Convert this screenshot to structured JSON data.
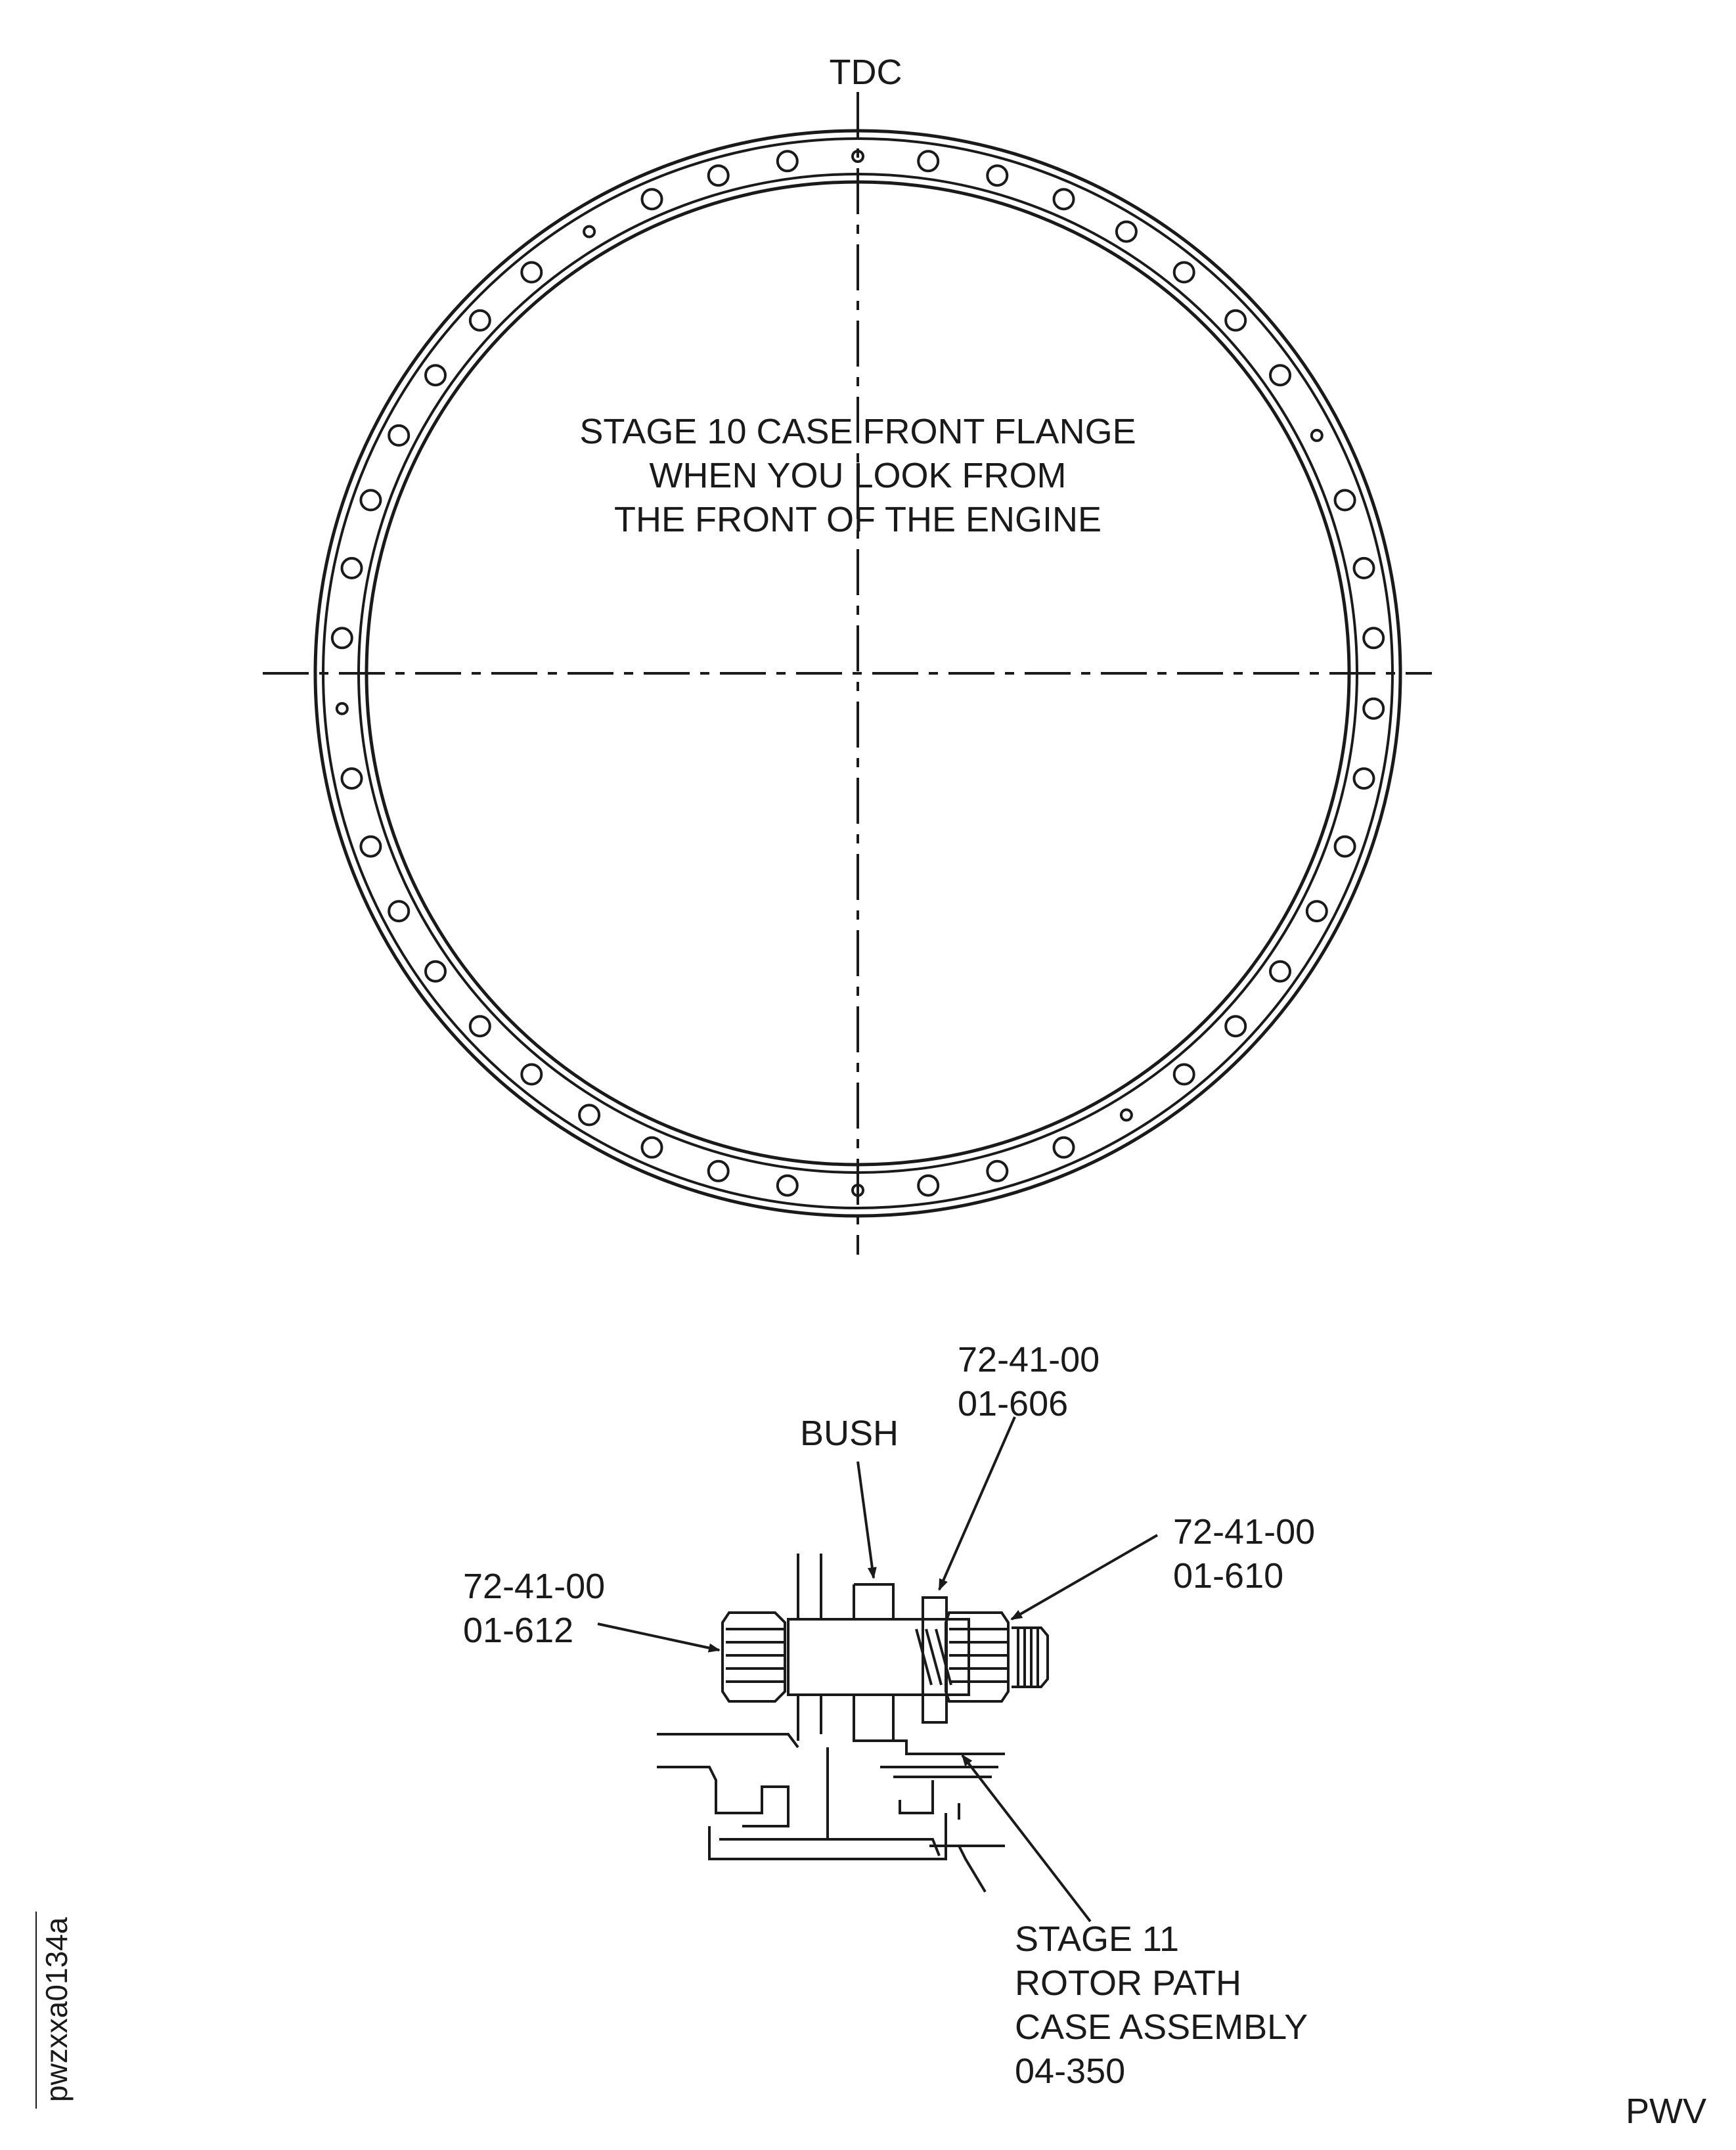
{
  "flange_view": {
    "tdc_label": "TDC",
    "caption": [
      "STAGE 10 CASE FRONT FLANGE",
      "WHEN YOU LOOK FROM",
      "THE FRONT OF THE ENGINE"
    ]
  },
  "section_view": {
    "bush_label": "BUSH",
    "part_606": [
      "72-41-00",
      "01-606"
    ],
    "part_610": [
      "72-41-00",
      "01-610"
    ],
    "part_612": [
      "72-41-00",
      "01-612"
    ],
    "case_assembly": [
      "STAGE 11",
      "ROTOR PATH",
      "CASE ASSEMBLY",
      "04-350"
    ]
  },
  "figure_id": "pwzxxa0134a",
  "footer_code": "PWV",
  "colors": {
    "ink": "#1a1a1a",
    "background": "#ffffff"
  }
}
